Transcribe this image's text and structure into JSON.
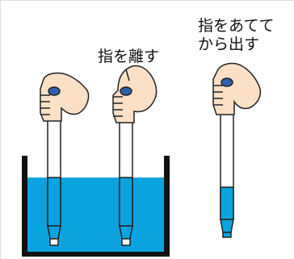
{
  "labels": {
    "release": "指を離す",
    "cover_line1": "指をあてて",
    "cover_line2": "から出す"
  },
  "colors": {
    "water": "#0aa3e0",
    "skin": "#fbe0c6",
    "cap": "#2f5fb0",
    "outline": "#222222",
    "beaker": "#111111"
  },
  "icons": [
    "hand-icon",
    "pipette-icon",
    "beaker-icon"
  ]
}
